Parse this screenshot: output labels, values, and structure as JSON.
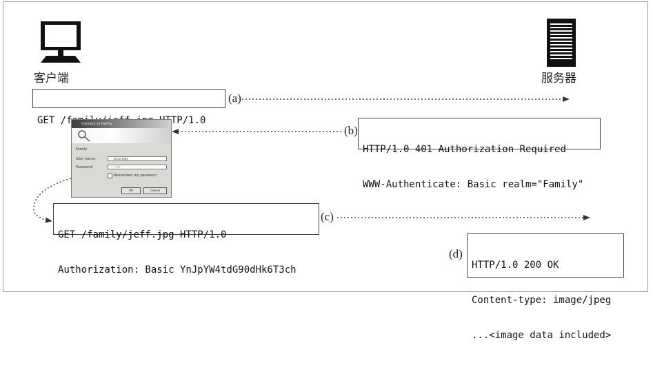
{
  "client": {
    "label": "客户端",
    "icon": "computer-icon"
  },
  "server": {
    "label": "服务器",
    "icon": "server-icon"
  },
  "steps": [
    {
      "id": "a",
      "label": "(a)",
      "lines": [
        "GET /family/jeff.jpg HTTP/1.0"
      ]
    },
    {
      "id": "b",
      "label": "(b)",
      "lines": [
        "HTTP/1.0 401 Authorization Required",
        "WWW-Authenticate: Basic realm=\"Family\""
      ]
    },
    {
      "id": "c",
      "label": "(c)",
      "lines": [
        "GET /family/jeff.jpg HTTP/1.0",
        "Authorization: Basic YnJpYW4tdG90dHk6T3ch"
      ]
    },
    {
      "id": "d",
      "label": "(d)",
      "lines": [
        "HTTP/1.0 200 OK",
        "Content-type: image/jpeg",
        "...<image data included>"
      ]
    }
  ],
  "dialog": {
    "title": "Connect to Family",
    "realm_label": "Family",
    "user_label": "User name:",
    "password_label": "Password:",
    "user_value": "brian-totty",
    "password_value": "••••",
    "remember_label": "Remember my password",
    "ok_label": "OK",
    "cancel_label": "Cancel"
  },
  "colors": {
    "line": "#444444",
    "border": "#9a9a9a"
  }
}
